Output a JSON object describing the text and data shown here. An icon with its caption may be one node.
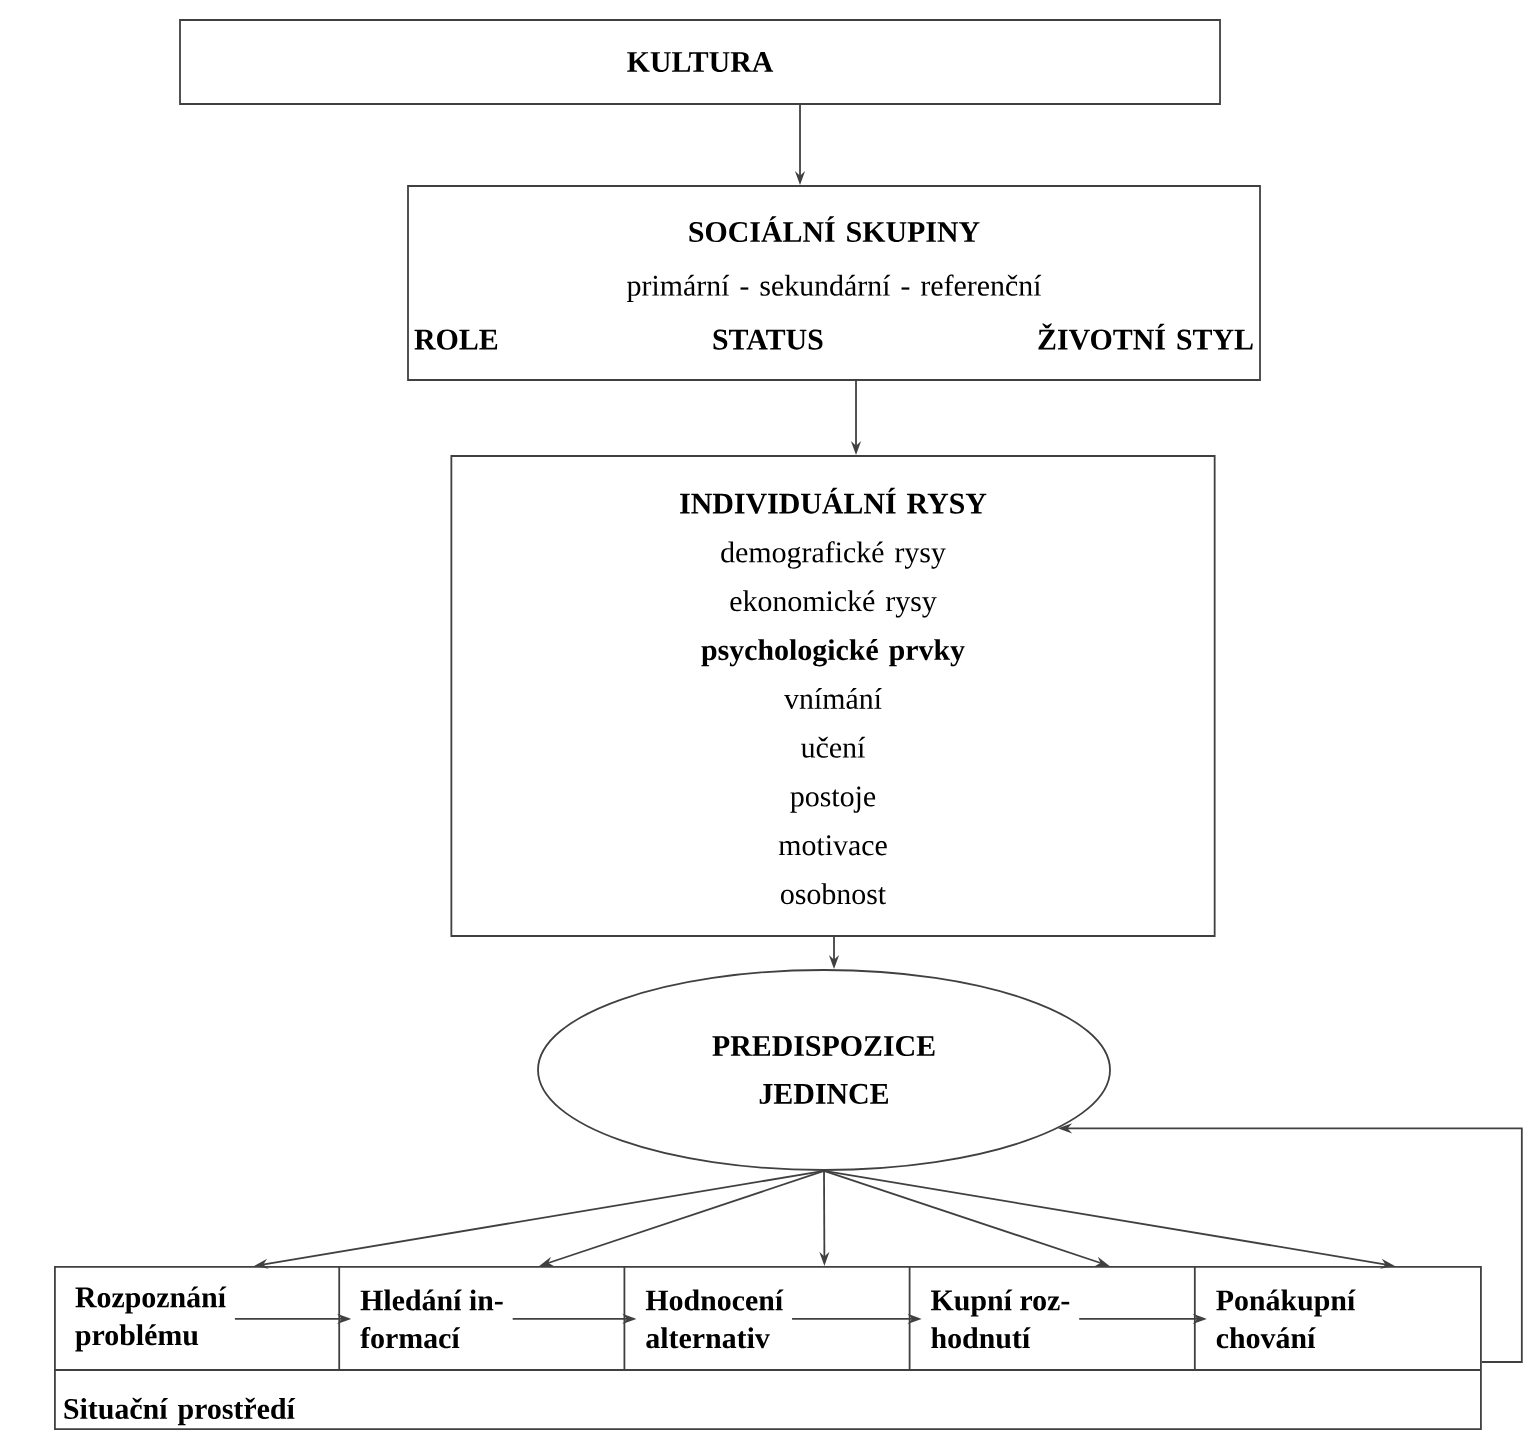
{
  "diagram": {
    "nodes": [
      {
        "text": [
          "KULTURA"
        ]
      },
      {
        "text": [
          "SOCIÁLNÍ SKUPINY",
          "primární - sekundární - referenční",
          "ROLE",
          "STATUS",
          "ŽIVOTNÍ STYL"
        ]
      },
      {
        "text": [
          "INDIVIDUÁLNÍ RYSY",
          "demografické rysy",
          "ekonomické rysy",
          "psychologické prvky",
          "vnímání",
          "učení",
          "postoje",
          "motivace",
          "osobnost"
        ]
      },
      {
        "text": [
          "PREDISPOZICE JEDINCE"
        ]
      },
      {
        "text": [
          "Situační prostředí"
        ]
      },
      {
        "text": [
          "Rozpoznání problému"
        ],
        "in": 4
      },
      {
        "text": [
          "Hledání in- formací"
        ],
        "in": 4
      },
      {
        "text": [
          "Hodnocení alternativ"
        ],
        "in": 4
      },
      {
        "text": [
          "Kupní roz- hodnutí"
        ],
        "in": 4
      },
      {
        "text": [
          "Ponákupní chování"
        ],
        "in": 4
      }
    ],
    "edges": [
      {
        "from": 0,
        "to": 1,
        "arrow": "to"
      },
      {
        "from": 1,
        "to": 2,
        "arrow": "to"
      },
      {
        "from": 2,
        "to": 3,
        "arrow": "to"
      },
      {
        "from": 3,
        "to": 5,
        "arrow": "to"
      },
      {
        "from": 3,
        "to": 6,
        "arrow": "to"
      },
      {
        "from": 3,
        "to": 7,
        "arrow": "to"
      },
      {
        "from": 3,
        "to": 8,
        "arrow": "to"
      },
      {
        "from": 3,
        "to": 9,
        "arrow": "to"
      },
      {
        "from": 5,
        "to": 6,
        "arrow": "to"
      },
      {
        "from": 6,
        "to": 7,
        "arrow": "to"
      },
      {
        "from": 7,
        "to": 8,
        "arrow": "to"
      },
      {
        "from": 8,
        "to": 9,
        "arrow": "to"
      },
      {
        "from": 4,
        "to": 3,
        "arrow": "to"
      }
    ]
  }
}
